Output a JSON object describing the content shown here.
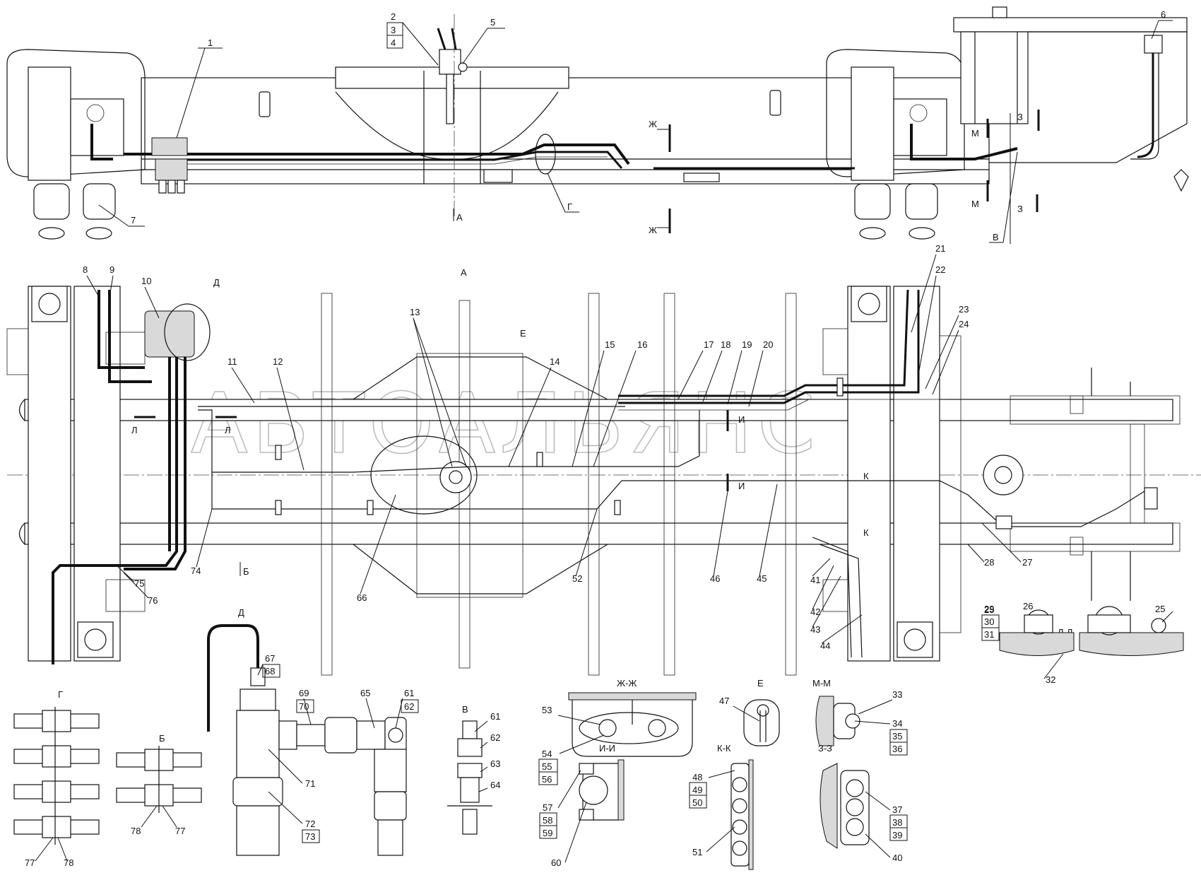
{
  "watermark": "АВТОАЛЬЯНС",
  "view_labels": {
    "plan_view": "А",
    "detail_d": "Д",
    "detail_g": "Г",
    "detail_b": "Б",
    "detail_v": "В",
    "sec_zh": "Ж-Ж",
    "sec_e": "Е",
    "sec_m": "М-М",
    "sec_i": "И-И",
    "sec_k": "К-К",
    "sec_z": "З-З",
    "sec_l": "Л-Л"
  },
  "cut_marks": {
    "a": "А",
    "g": "Г",
    "v": "В",
    "zh": "Ж",
    "m": "М",
    "z": "З",
    "d": "Д",
    "e": "Е",
    "l": "Л",
    "i": "И",
    "k": "К",
    "b": "Б"
  },
  "callouts": [
    "1",
    "2",
    "3",
    "4",
    "5",
    "6",
    "7",
    "8",
    "9",
    "10",
    "11",
    "12",
    "13",
    "14",
    "15",
    "16",
    "17",
    "18",
    "19",
    "20",
    "21",
    "22",
    "23",
    "24",
    "25",
    "26",
    "27",
    "28",
    "29",
    "30",
    "31",
    "32",
    "33",
    "34",
    "35",
    "36",
    "37",
    "38",
    "39",
    "40",
    "41",
    "42",
    "43",
    "44",
    "45",
    "46",
    "47",
    "48",
    "49",
    "50",
    "51",
    "52",
    "53",
    "54",
    "55",
    "56",
    "57",
    "58",
    "59",
    "60",
    "61",
    "62",
    "63",
    "64",
    "65",
    "66",
    "67",
    "68",
    "69",
    "70",
    "71",
    "72",
    "73",
    "74",
    "75",
    "76",
    "77",
    "78"
  ]
}
